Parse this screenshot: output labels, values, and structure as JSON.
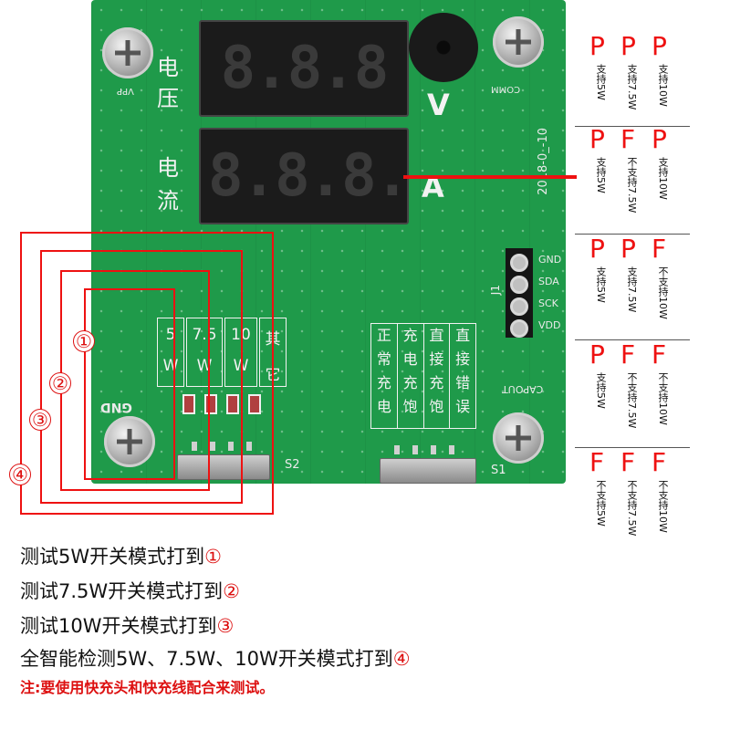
{
  "board": {
    "voltage_label_chars": [
      "电",
      "压"
    ],
    "current_label_chars": [
      "电",
      "流"
    ],
    "display_top_digits": "8.8.8",
    "display_bottom_digits": "8.8.8.",
    "unit_voltage": "V",
    "unit_current": "A",
    "date_silk": "2018-0_-10",
    "vpp": "VPP",
    "comm": "COMM",
    "gnd": "GND",
    "j1": "J1",
    "pins": [
      "GND",
      "SDA",
      "SCK",
      "VDD"
    ],
    "capout": "CAPOUT",
    "s1": "S1",
    "s2": "S2",
    "mode_cells": [
      {
        "top": "5",
        "bottom": "W"
      },
      {
        "top": "7.5",
        "bottom": "W"
      },
      {
        "top": "10",
        "bottom": "W"
      },
      {
        "top": "其",
        "bottom": "它"
      }
    ],
    "status_cols": [
      [
        "正",
        "常",
        "充",
        "电"
      ],
      [
        "充",
        "电",
        "充",
        "饱"
      ],
      [
        "直",
        "接",
        "充",
        "饱"
      ],
      [
        "直",
        "接",
        "错",
        "误"
      ]
    ],
    "circled": [
      "①",
      "②",
      "③",
      "④"
    ]
  },
  "legend": [
    [
      {
        "letter": "P",
        "text": "支持5W"
      },
      {
        "letter": "P",
        "text": "支持7.5W"
      },
      {
        "letter": "P",
        "text": "支持10W"
      }
    ],
    [
      {
        "letter": "P",
        "text": "支持5W"
      },
      {
        "letter": "F",
        "text": "不支持7.5W"
      },
      {
        "letter": "P",
        "text": "支持10W"
      }
    ],
    [
      {
        "letter": "P",
        "text": "支持5W"
      },
      {
        "letter": "P",
        "text": "支持7.5W"
      },
      {
        "letter": "F",
        "text": "不支持10W"
      }
    ],
    [
      {
        "letter": "P",
        "text": "支持5W"
      },
      {
        "letter": "F",
        "text": "不支持7.5W"
      },
      {
        "letter": "F",
        "text": "不支持10W"
      }
    ],
    [
      {
        "letter": "F",
        "text": "不支持5W"
      },
      {
        "letter": "F",
        "text": "不支持7.5W"
      },
      {
        "letter": "F",
        "text": "不支持10W"
      }
    ]
  ],
  "instructions": [
    {
      "text": "测试5W开关模式打到",
      "num": "①"
    },
    {
      "text": "测试7.5W开关模式打到",
      "num": "②"
    },
    {
      "text": "测试10W开关模式打到",
      "num": "③"
    },
    {
      "text": "全智能检测5W、7.5W、10W开关模式打到",
      "num": "④"
    }
  ],
  "note": "注:要使用快充头和快充线配合来测试。",
  "colors": {
    "pcb": "#1f9a4a",
    "accent_red": "#e11"
  }
}
